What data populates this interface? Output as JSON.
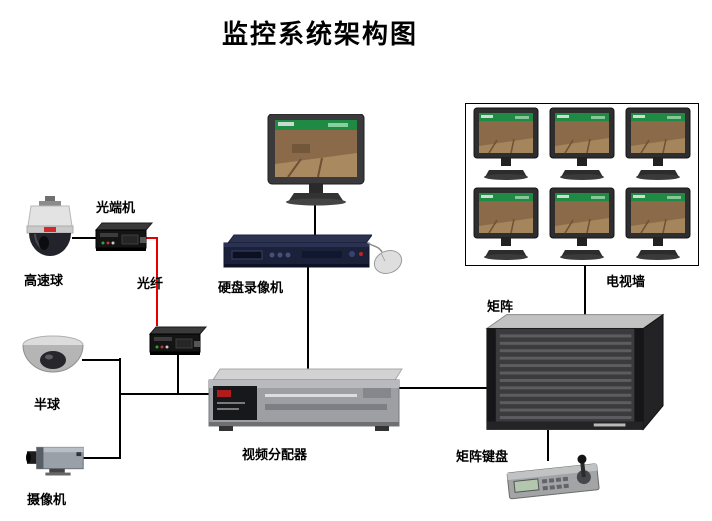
{
  "title": "监控系统架构图",
  "nodes": {
    "speed_dome": {
      "label": "高速球"
    },
    "optical_transceiver": {
      "label": "光端机"
    },
    "fiber": {
      "label": "光纤"
    },
    "dvr": {
      "label": "硬盘录像机"
    },
    "tv_wall": {
      "label": "电视墙",
      "monitor_count": 6
    },
    "matrix": {
      "label": "矩阵"
    },
    "dome_camera": {
      "label": "半球"
    },
    "video_distributor": {
      "label": "视频分配器"
    },
    "matrix_keyboard": {
      "label": "矩阵键盘"
    },
    "box_camera": {
      "label": "摄像机"
    }
  },
  "connections": [
    {
      "from": "speed_dome",
      "to": "optical_transceiver",
      "via": "cable"
    },
    {
      "from": "optical_transceiver",
      "to": "optical_transceiver_2",
      "via": "fiber"
    },
    {
      "from": "optical_transceiver_2",
      "to": "video_distributor",
      "via": "cable"
    },
    {
      "from": "monitor",
      "to": "dvr",
      "via": "cable"
    },
    {
      "from": "dvr",
      "to": "video_distributor",
      "via": "cable"
    },
    {
      "from": "dome_camera",
      "to": "video_distributor",
      "via": "cable"
    },
    {
      "from": "box_camera",
      "to": "video_distributor",
      "via": "cable"
    },
    {
      "from": "video_distributor",
      "to": "matrix",
      "via": "cable"
    },
    {
      "from": "matrix",
      "to": "tv_wall",
      "via": "cable"
    },
    {
      "from": "matrix",
      "to": "matrix_keyboard",
      "via": "cable"
    }
  ],
  "colors": {
    "connector": "#000000",
    "fiber": "#e60000"
  }
}
